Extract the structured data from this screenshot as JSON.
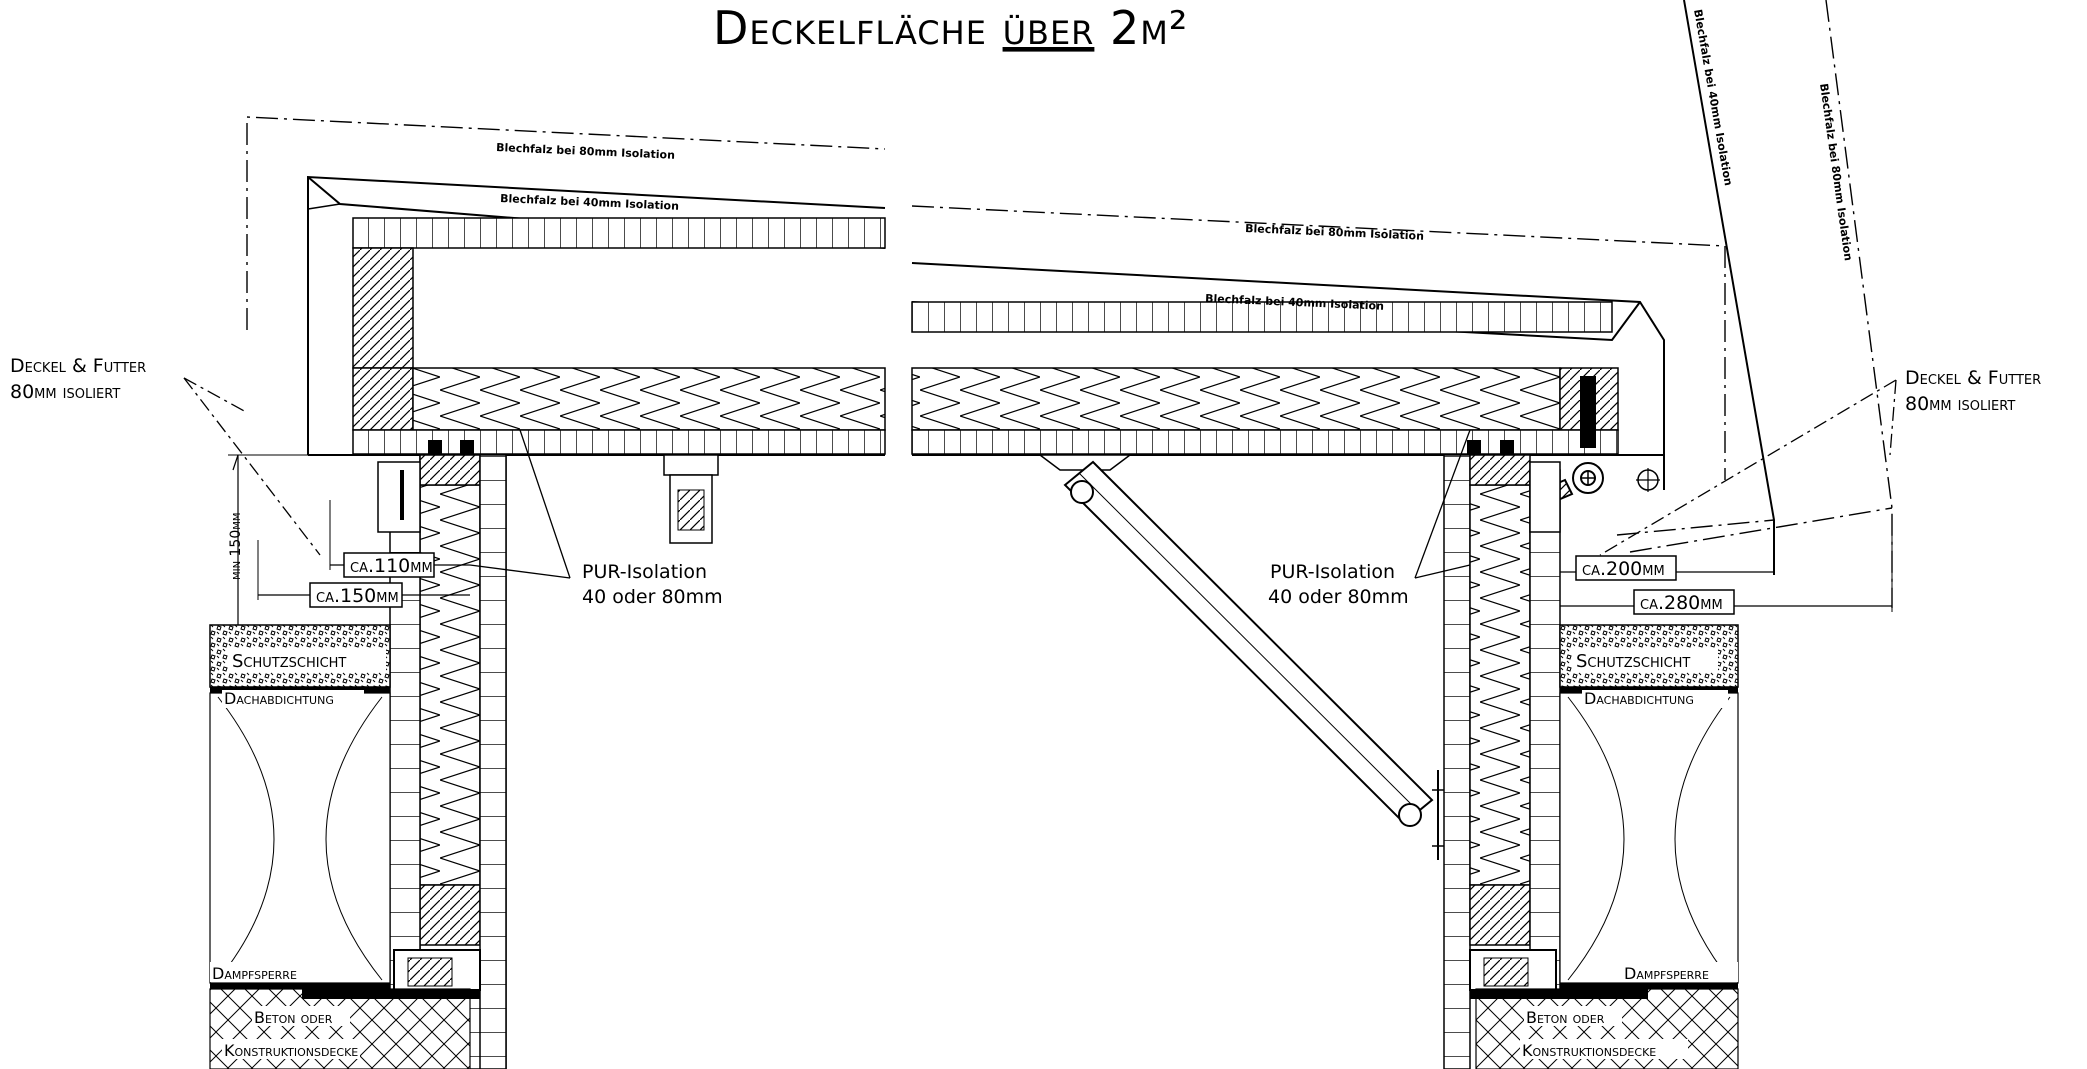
{
  "title": {
    "prefix": "Deckelfläche ",
    "emph": "über",
    "suffix": " 2m²"
  },
  "labels": {
    "fold_80_left": "Blechfalz bei 80mm Isolation",
    "fold_40_left": "Blechfalz bei 40mm Isolation",
    "fold_80_mid": "Blechfalz bei 80mm Isolation",
    "fold_40_mid": "Blechfalz bei 40mm Isolation",
    "fold_40_vert": "Blechfalz bei 40mm Isolation",
    "fold_80_vert": "Blechfalz bei 80mm Isolation",
    "lid_left_1": "Deckel & Futter",
    "lid_left_2": "80mm isoliert",
    "lid_right_1": "Deckel & Futter",
    "lid_right_2": "80mm isoliert",
    "pur_left_1": "PUR-Isolation",
    "pur_left_2": "40 oder 80mm",
    "pur_right_1": "PUR-Isolation",
    "pur_right_2": "40 oder 80mm",
    "min150": "min 150mm",
    "ca110": "ca.110mm",
    "ca150": "ca.150mm",
    "ca200": "ca.200mm",
    "ca280": "ca.280mm",
    "schutz_left": "Schutzschicht",
    "schutz_right": "Schutzschicht",
    "dach_left": "Dachabdichtung",
    "dach_right": "Dachabdichtung",
    "dampf_left": "Dampfsperre",
    "dampf_right": "Dampfsperre",
    "beton_left_1": "Beton oder",
    "beton_left_2": "Konstruktionsdecke",
    "beton_right_1": "Beton oder",
    "beton_right_2": "Konstruktionsdecke"
  }
}
